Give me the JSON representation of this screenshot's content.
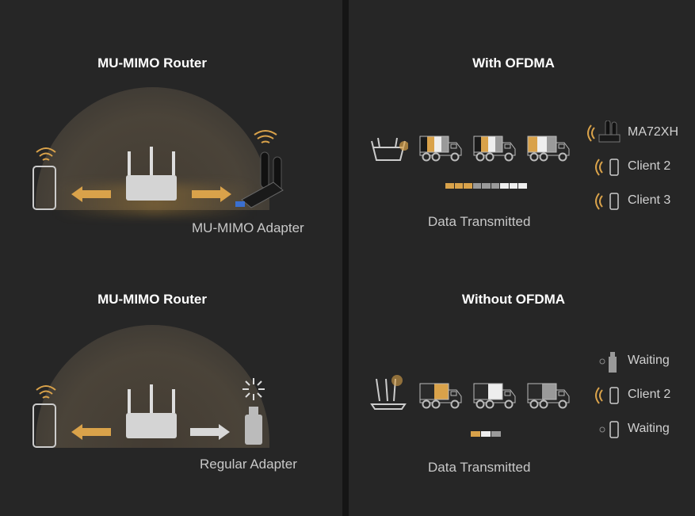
{
  "top_left": {
    "title": "MU-MIMO Router",
    "adapter_label": "MU-MIMO Adapter"
  },
  "bottom_left": {
    "title": "MU-MIMO Router",
    "adapter_label": "Regular Adapter"
  },
  "top_right": {
    "title": "With OFDMA",
    "caption": "Data Transmitted",
    "clients": [
      {
        "label": "MA72XH",
        "icon": "usb-adapter-icon"
      },
      {
        "label": "Client 2",
        "icon": "phone-icon"
      },
      {
        "label": "Client 3",
        "icon": "phone-icon"
      }
    ],
    "trucks": [
      [
        "#1a1a1a",
        "#d9a24a",
        "#eeeeee",
        "#9a9a9a"
      ],
      [
        "#1a1a1a",
        "#d9a24a",
        "#eeeeee",
        "#9a9a9a"
      ],
      [
        "#d9a24a",
        "#eeeeee",
        "#9a9a9a"
      ]
    ],
    "data_bar": [
      "#d9a24a",
      "#d9a24a",
      "#d9a24a",
      "#9a9a9a",
      "#9a9a9a",
      "#9a9a9a",
      "#eeeeee",
      "#eeeeee",
      "#eeeeee"
    ]
  },
  "bottom_right": {
    "title": "Without OFDMA",
    "caption": "Data Transmitted",
    "clients": [
      {
        "label": "Waiting",
        "icon": "usb-adapter-icon"
      },
      {
        "label": "Client 2",
        "icon": "phone-icon"
      },
      {
        "label": "Waiting",
        "icon": "phone-icon"
      }
    ],
    "trucks": [
      [
        "#2a2a2a",
        "#d9a24a"
      ],
      [
        "#2a2a2a",
        "#eeeeee"
      ],
      [
        "#2a2a2a",
        "#9a9a9a"
      ]
    ],
    "data_bar": [
      "#d9a24a",
      "#eeeeee",
      "#9a9a9a"
    ]
  },
  "colors": {
    "accent": "#d9a24a",
    "panel": "#262626"
  }
}
